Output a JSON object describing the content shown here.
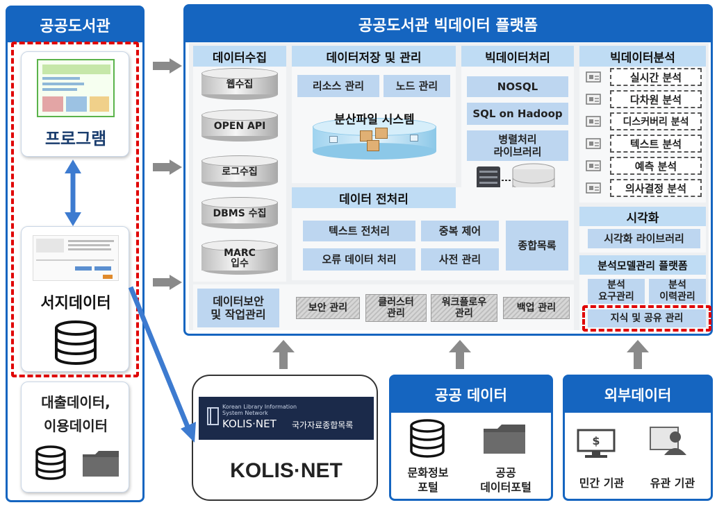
{
  "library": {
    "title": "공공도서관",
    "program_label": "프로그램",
    "bib_label": "서지데이터",
    "loan_label_1": "대출데이터,",
    "loan_label_2": "이용데이터"
  },
  "platform": {
    "title": "공공도서관 빅데이터 플랫폼",
    "collect": {
      "title": "데이터수집",
      "items": [
        "웹수집",
        "OPEN API",
        "로그수집",
        "DBMS 수집",
        "MARC\n입수"
      ]
    },
    "storage": {
      "title": "데이터저장 및 관리",
      "resource": "리소스 관리",
      "node": "노드 관리",
      "dfs": "분산파일 시스템"
    },
    "processing": {
      "title": "빅데이터처리",
      "nosql": "NOSQL",
      "sql_hadoop": "SQL on Hadoop",
      "parallel": "병렬처리\n라이브러리"
    },
    "preprocess": {
      "title": "데이터 전처리",
      "text": "텍스트 전처리",
      "dedup": "중복 제어",
      "error": "오류 데이터 처리",
      "dict": "사전 관리",
      "catalog": "종합목록"
    },
    "analysis": {
      "title": "빅데이터분석",
      "items": [
        "실시간 분석",
        "다차원 분석",
        "디스커버리 분석",
        "텍스트 분석",
        "예측 분석",
        "의사결정 분석"
      ],
      "icons": [
        "chart-icon",
        "laptop-icon",
        "brain-icon",
        "wave-icon",
        "monitor-search-icon",
        "document-icon"
      ]
    },
    "visual": {
      "title": "시각화",
      "library": "시각화 라이브러리"
    },
    "model": {
      "title": "분석모델관리 플랫폼",
      "req": "분석\n요구관리",
      "history": "분석\n이력관리",
      "knowledge": "지식 및 공유 관리"
    },
    "security": {
      "title": "데이터보안\n및 작업관리",
      "items": [
        "보안 관리",
        "클러스터\n관리",
        "워크플로우\n관리",
        "백업 관리"
      ]
    }
  },
  "kolis": {
    "banner_small_1": "Korean Library Information",
    "banner_small_2": "System Network",
    "banner_brand": "KOLIS·NET",
    "banner_desc": "국가자료종합목록",
    "name": "KOLIS·NET"
  },
  "public_data": {
    "title": "공공 데이터",
    "left": "문화정보\n포털",
    "right": "공공\n데이터포털"
  },
  "external": {
    "title": "외부데이터",
    "left": "민간 기관",
    "right": "유관 기관"
  },
  "colors": {
    "primary": "#1565c0",
    "section_header": "#bfdcf4",
    "chip": "#bdd6f0",
    "highlight": "#e00000",
    "arrow_gray": "#8a8a8a"
  }
}
